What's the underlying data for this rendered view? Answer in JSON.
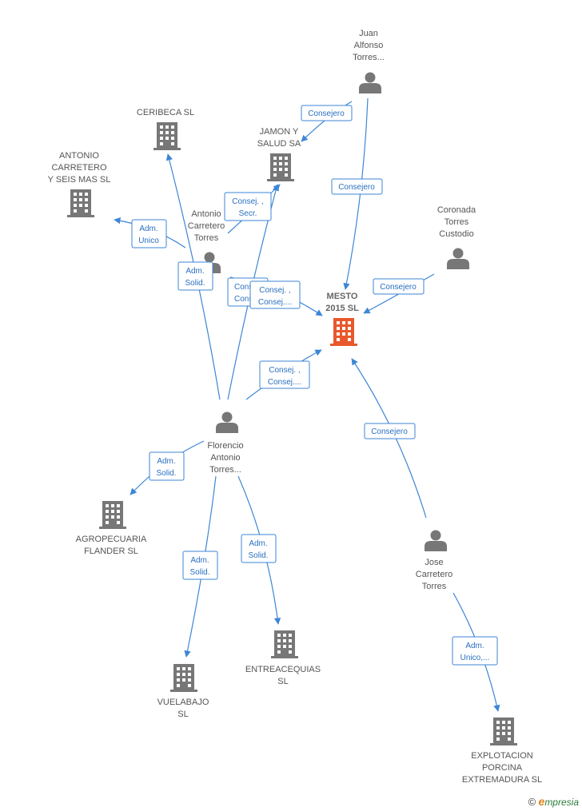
{
  "colors": {
    "edge": "#3d86d6",
    "company": "#777777",
    "person": "#777777",
    "focus": "#e8582c"
  },
  "nodes": [
    {
      "id": "mesto",
      "type": "company",
      "focus": true,
      "lines": [
        "MESTO",
        "2015  SL"
      ]
    },
    {
      "id": "juan",
      "type": "person",
      "lines": [
        "Juan",
        "Alfonso",
        "Torres..."
      ]
    },
    {
      "id": "ceribeca",
      "type": "company",
      "lines": [
        "CERIBECA SL"
      ]
    },
    {
      "id": "jamon",
      "type": "company",
      "lines": [
        "JAMON Y",
        "SALUD SA"
      ]
    },
    {
      "id": "antonio_sl",
      "type": "company",
      "lines": [
        "ANTONIO",
        "CARRETERO",
        "Y SEIS MAS  SL"
      ]
    },
    {
      "id": "antonio_p",
      "type": "person",
      "lines": [
        "Antonio",
        "Carretero",
        "Torres"
      ]
    },
    {
      "id": "coronada",
      "type": "person",
      "lines": [
        "Coronada",
        "Torres",
        "Custodio"
      ]
    },
    {
      "id": "florencio",
      "type": "person",
      "lines": [
        "Florencio",
        "Antonio",
        "Torres..."
      ]
    },
    {
      "id": "agro",
      "type": "company",
      "lines": [
        "AGROPECUARIA",
        "FLANDER  SL"
      ]
    },
    {
      "id": "jose",
      "type": "person",
      "lines": [
        "Jose",
        "Carretero",
        "Torres"
      ]
    },
    {
      "id": "entre",
      "type": "company",
      "lines": [
        "ENTREACEQUIAS",
        "SL"
      ]
    },
    {
      "id": "vuela",
      "type": "company",
      "lines": [
        "VUELABAJO",
        "SL"
      ]
    },
    {
      "id": "explo",
      "type": "company",
      "lines": [
        "EXPLOTACION",
        "PORCINA",
        "EXTREMADURA SL"
      ]
    }
  ],
  "relations": [
    {
      "id": "r1",
      "lines": [
        "Consejero"
      ]
    },
    {
      "id": "r2",
      "lines": [
        "Consejero"
      ]
    },
    {
      "id": "r3",
      "lines": [
        "Consejero"
      ]
    },
    {
      "id": "r4",
      "lines": [
        "Consej. ,",
        "Secr."
      ]
    },
    {
      "id": "r5",
      "lines": [
        "Adm.",
        "Unico"
      ]
    },
    {
      "id": "r6",
      "lines": [
        "Adm.",
        "Solid."
      ]
    },
    {
      "id": "r7",
      "lines": [
        "Cons",
        "Cons"
      ]
    },
    {
      "id": "r8",
      "lines": [
        "Consej. ,",
        "Consej...."
      ]
    },
    {
      "id": "r9",
      "lines": [
        "Consej. ,",
        "Consej...."
      ]
    },
    {
      "id": "r10",
      "lines": [
        "Consejero"
      ]
    },
    {
      "id": "r11",
      "lines": [
        "Adm.",
        "Solid."
      ]
    },
    {
      "id": "r12",
      "lines": [
        "Adm.",
        "Solid."
      ]
    },
    {
      "id": "r13",
      "lines": [
        "Adm.",
        "Solid."
      ]
    },
    {
      "id": "r14",
      "lines": [
        "Adm.",
        "Unico,..."
      ]
    }
  ],
  "footer": {
    "copyright": "©",
    "brand_initial": "e",
    "brand_rest": "mpresia"
  }
}
